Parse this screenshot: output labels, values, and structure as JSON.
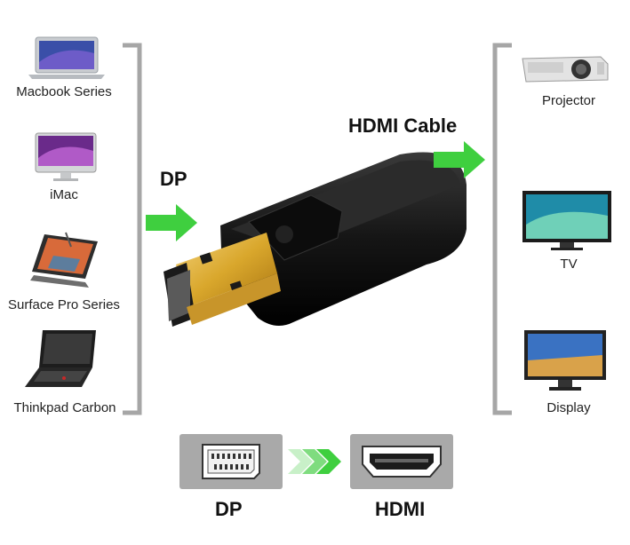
{
  "sources": {
    "items": [
      {
        "label": "Macbook Series",
        "icon": "laptop-icon"
      },
      {
        "label": "iMac",
        "icon": "desktop-icon"
      },
      {
        "label": "Surface Pro Series",
        "icon": "tablet-icon"
      },
      {
        "label": "Thinkpad Carbon",
        "icon": "laptop-icon"
      }
    ]
  },
  "targets": {
    "items": [
      {
        "label": "Projector",
        "icon": "projector-icon"
      },
      {
        "label": "TV",
        "icon": "tv-icon"
      },
      {
        "label": "Display",
        "icon": "monitor-icon"
      }
    ]
  },
  "labels": {
    "input": "DP",
    "output": "HDMI Cable"
  },
  "bottom": {
    "left_label": "DP",
    "right_label": "HDMI"
  },
  "colors": {
    "arrow_green": "#3fcf3f",
    "bracket_gray": "#a6a6a6",
    "adapter_black": "#151515",
    "gold": "#d9a72c"
  }
}
